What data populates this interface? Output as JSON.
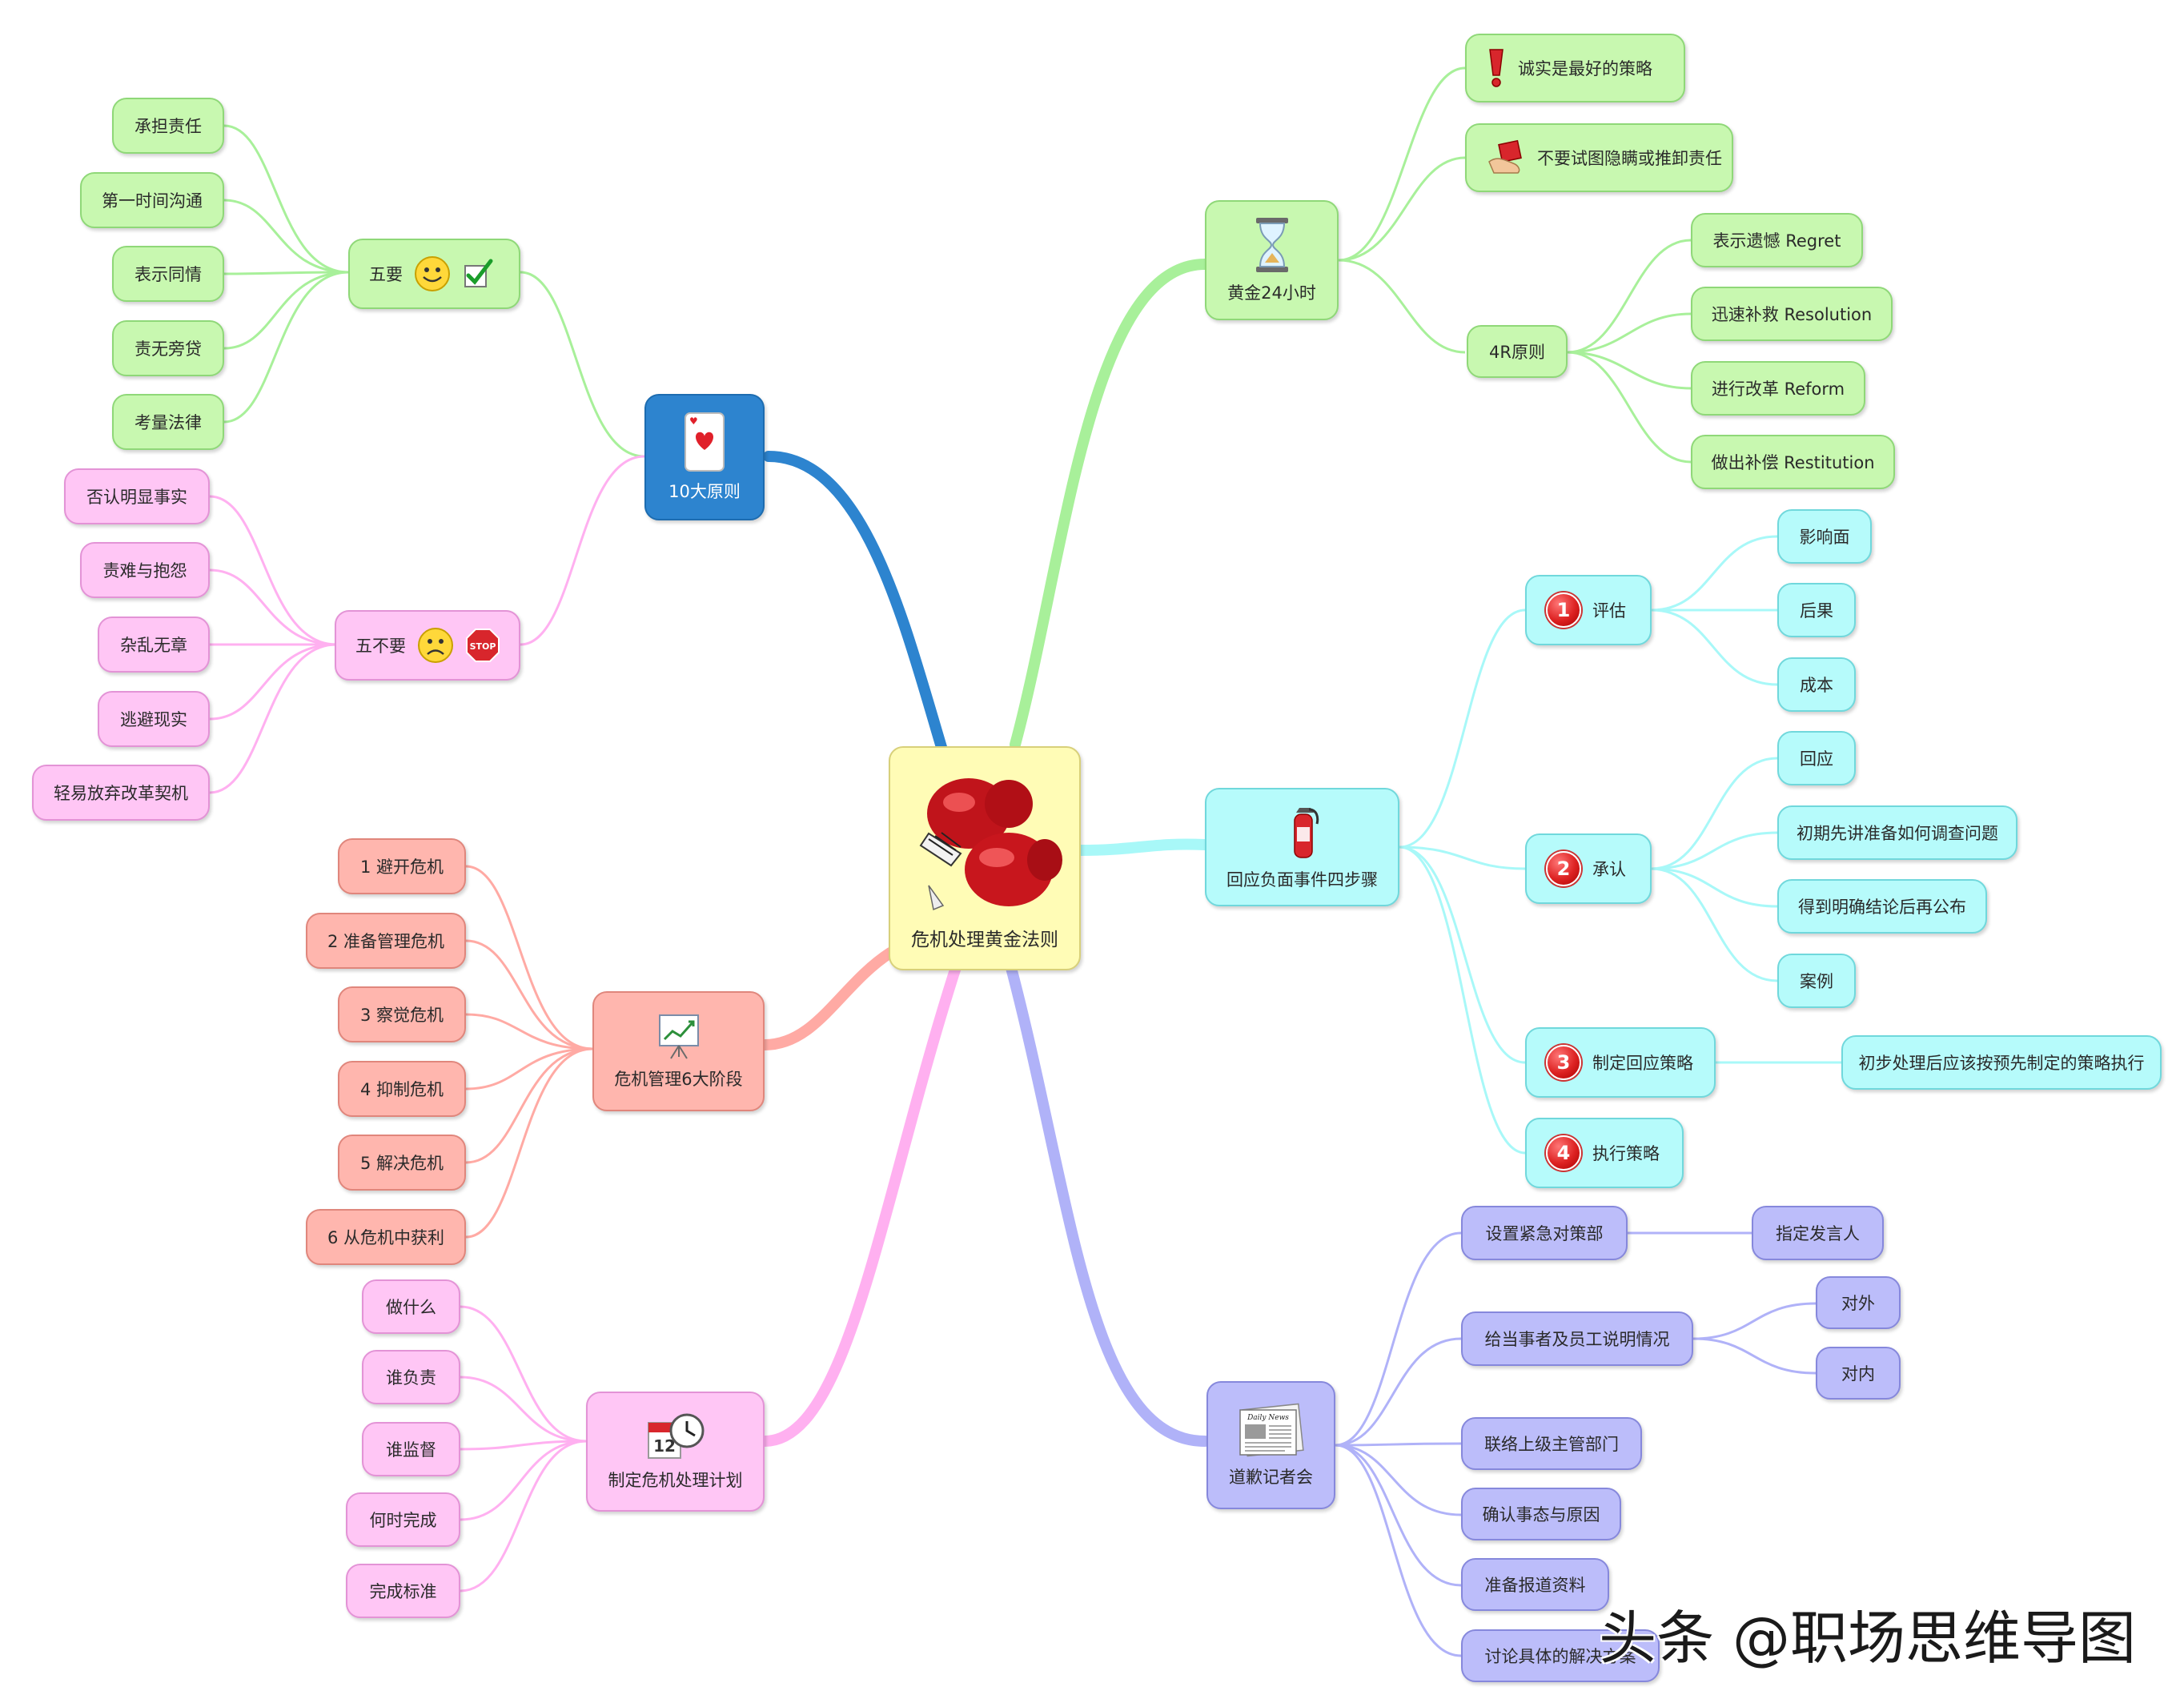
{
  "center": {
    "label": "危机处理黄金法则"
  },
  "branches": {
    "principles": {
      "label": "10大原则",
      "five_dos": {
        "label": "五要",
        "items": [
          "承担责任",
          "第一时间沟通",
          "表示同情",
          "责无旁贷",
          "考量法律"
        ]
      },
      "five_donts": {
        "label": "五不要",
        "stop_sign": "STOP",
        "items": [
          "否认明显事实",
          "责难与抱怨",
          "杂乱无章",
          "逃避现实",
          "轻易放弃改革契机"
        ]
      }
    },
    "stages": {
      "label": "危机管理6大阶段",
      "items": [
        "1 避开危机",
        "2 准备管理危机",
        "3 察觉危机",
        "4 抑制危机",
        "5 解决危机",
        "6 从危机中获利"
      ]
    },
    "plan": {
      "label": "制定危机处理计划",
      "calendar_number": "12",
      "items": [
        "做什么",
        "谁负责",
        "谁监督",
        "何时完成",
        "完成标准"
      ]
    },
    "golden24": {
      "label": "黄金24小时",
      "honesty": "诚实是最好的策略",
      "no_hiding": "不要试图隐瞒或推卸责任",
      "r4": {
        "label": "4R原则",
        "items": [
          "表示遗憾 Regret",
          "迅速补救 Resolution",
          "进行改革 Reform",
          "做出补偿 Restitution"
        ]
      }
    },
    "response": {
      "label": "回应负面事件四步骤",
      "step1": {
        "num": "1",
        "label": "评估",
        "items": [
          "影响面",
          "后果",
          "成本"
        ]
      },
      "step2": {
        "num": "2",
        "label": "承认",
        "items": [
          "回应",
          "初期先讲准备如何调查问题",
          "得到明确结论后再公布",
          "案例"
        ]
      },
      "step3": {
        "num": "3",
        "label": "制定回应策略",
        "items": [
          "初步处理后应该按预先制定的策略执行"
        ]
      },
      "step4": {
        "num": "4",
        "label": "执行策略"
      }
    },
    "press": {
      "label": "道歉记者会",
      "newspaper_masthead": "Daily News",
      "emergency": {
        "label": "设置紧急对策部",
        "child": "指定发言人"
      },
      "explain": {
        "label": "给当事者及员工说明情况",
        "children": [
          "对外",
          "对内"
        ]
      },
      "items": [
        "联络上级主管部门",
        "确认事态与原因",
        "准备报道资料",
        "讨论具体的解决方案"
      ]
    }
  },
  "watermark": "头条 @职场思维导图",
  "colors": {
    "blue_branch": "#2d84cf",
    "green_branch": "#a8f09a",
    "pink_branch": "#ffb0f0",
    "salmon_branch": "#ffaaa4",
    "cyan_branch": "#a8f8f8",
    "purple_branch": "#b0b2f8"
  }
}
